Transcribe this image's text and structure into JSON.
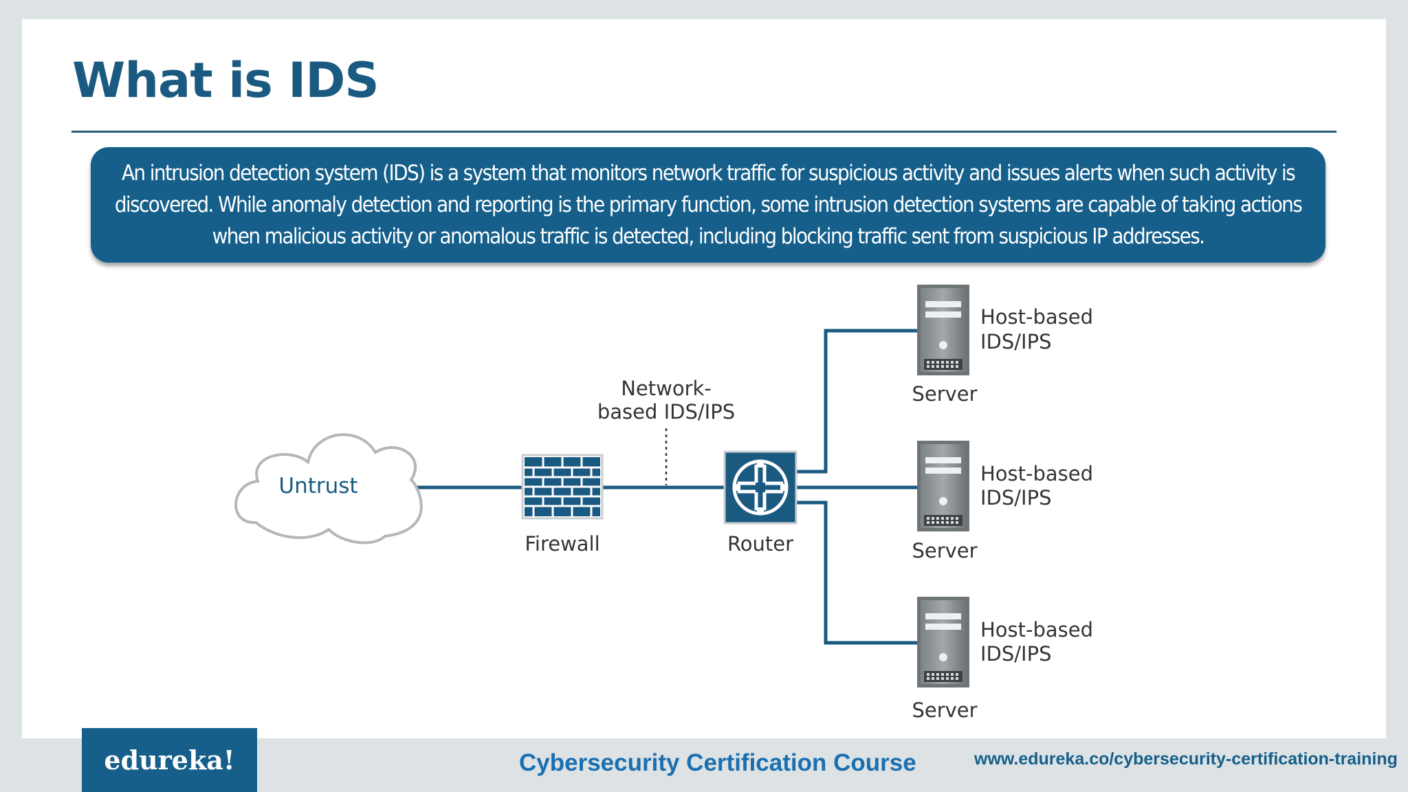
{
  "slide": {
    "title": "What is IDS",
    "definition": "An intrusion detection system (IDS) is a system that monitors network traffic for suspicious activity and issues alerts when such activity is discovered. While anomaly detection and reporting is the primary function, some intrusion detection systems are capable of taking actions when malicious activity or anomalous traffic is detected, including blocking traffic sent from suspicious IP addresses."
  },
  "diagram": {
    "cloud_label": "Untrust",
    "firewall_label": "Firewall",
    "router_label": "Router",
    "network_ids_label": [
      "Network-",
      "based IDS/IPS"
    ],
    "servers": [
      {
        "label": "Server",
        "ids_label": [
          "Host-based",
          "IDS/IPS"
        ]
      },
      {
        "label": "Server",
        "ids_label": [
          "Host-based",
          "IDS/IPS"
        ]
      },
      {
        "label": "Server",
        "ids_label": [
          "Host-based",
          "IDS/IPS"
        ]
      }
    ]
  },
  "footer": {
    "logo": "edureka!",
    "course": "Cybersecurity Certification Course",
    "url": "www.edureka.co/cybersecurity-certification-training"
  },
  "colors": {
    "brand_blue": "#155f8a",
    "title_blue": "#1a5a80",
    "line_blue": "#1a5a80"
  }
}
